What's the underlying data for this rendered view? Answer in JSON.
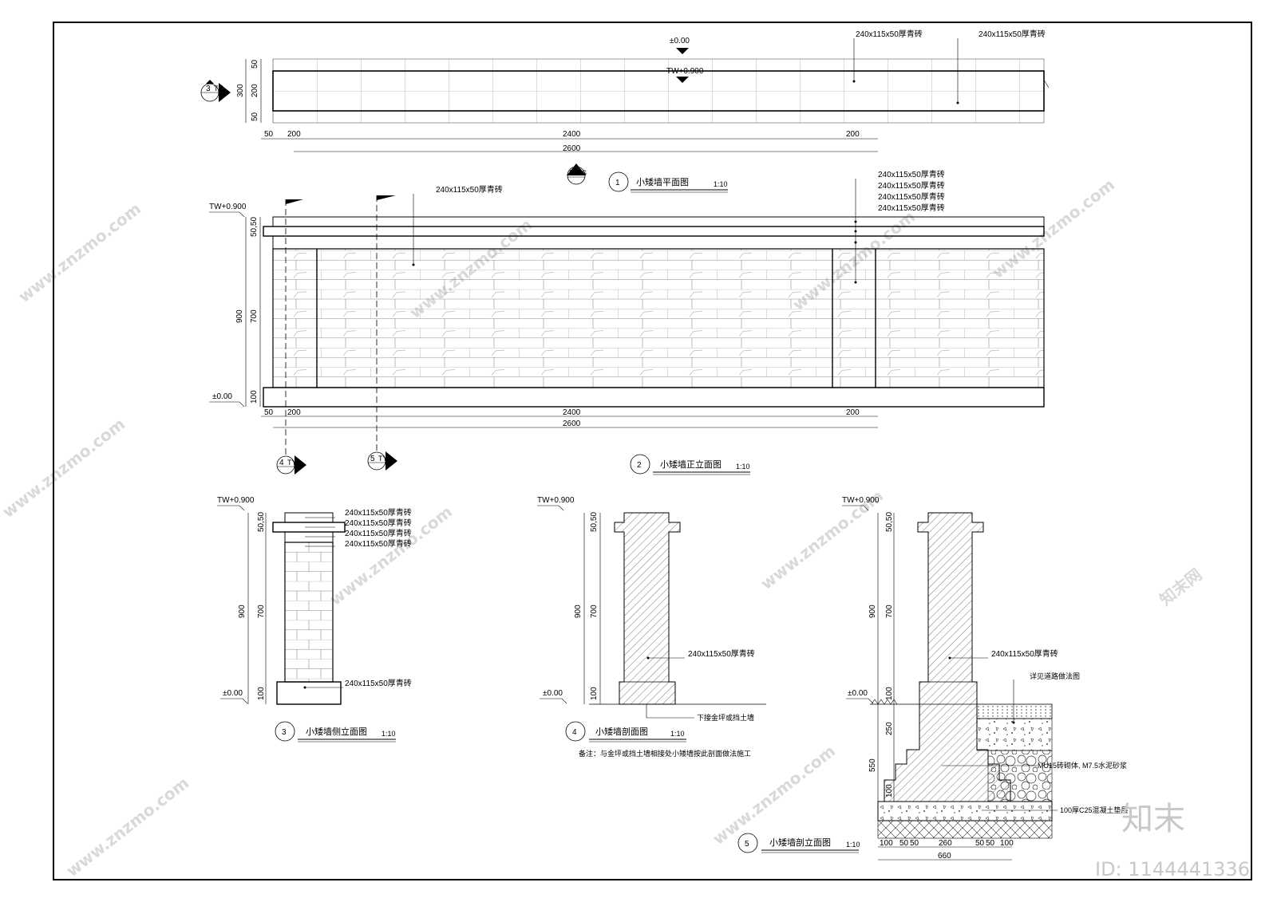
{
  "labels": {
    "level_top": "TW+0.900",
    "level_zero": "±0.00",
    "brick": "240x115x50厚青砖",
    "note_foundation": "下接金坪或挡土墙",
    "note_road": "详见道路做法图",
    "note_masonry": "MU15砖砌体, M7.5水泥砂浆",
    "note_concrete": "100厚C25混凝土垫层",
    "remark": "备注：与金坪或挡土墙相接处小矮墙按此剖面做法施工"
  },
  "views": {
    "plan": {
      "num": "1",
      "title": "小矮墙平面图",
      "scale": "1:10"
    },
    "front": {
      "num": "2",
      "title": "小矮墙正立面图",
      "scale": "1:10"
    },
    "side": {
      "num": "3",
      "title": "小矮墙侧立面图",
      "scale": "1:10"
    },
    "sec4": {
      "num": "4",
      "title": "小矮墙剖面图",
      "scale": "1:10"
    },
    "sec5": {
      "num": "5",
      "title": "小矮墙剖立面图",
      "scale": "1:10"
    }
  },
  "refs": {
    "r3": {
      "num": "3",
      "code": "TY"
    },
    "r2": {
      "num": "2",
      "code": "YS"
    },
    "r4": {
      "num": "4",
      "code": "TY"
    },
    "r5": {
      "num": "5",
      "code": "TY"
    }
  },
  "dims": {
    "d50": "50",
    "d200": "200",
    "d300": "300",
    "d2400": "2400",
    "d2600": "2600",
    "d5050": "50,50",
    "d900": "900",
    "d700": "700",
    "d100": "100",
    "d250": "250",
    "d550": "550",
    "d260": "260",
    "d660": "660",
    "bottom_row": [
      "100",
      "50",
      "50",
      "260",
      "50",
      "50",
      "100"
    ]
  },
  "watermark": {
    "site": "www.znzmo.com",
    "brand": "知末网",
    "logo": "知末",
    "id": "ID: 1144441336"
  }
}
